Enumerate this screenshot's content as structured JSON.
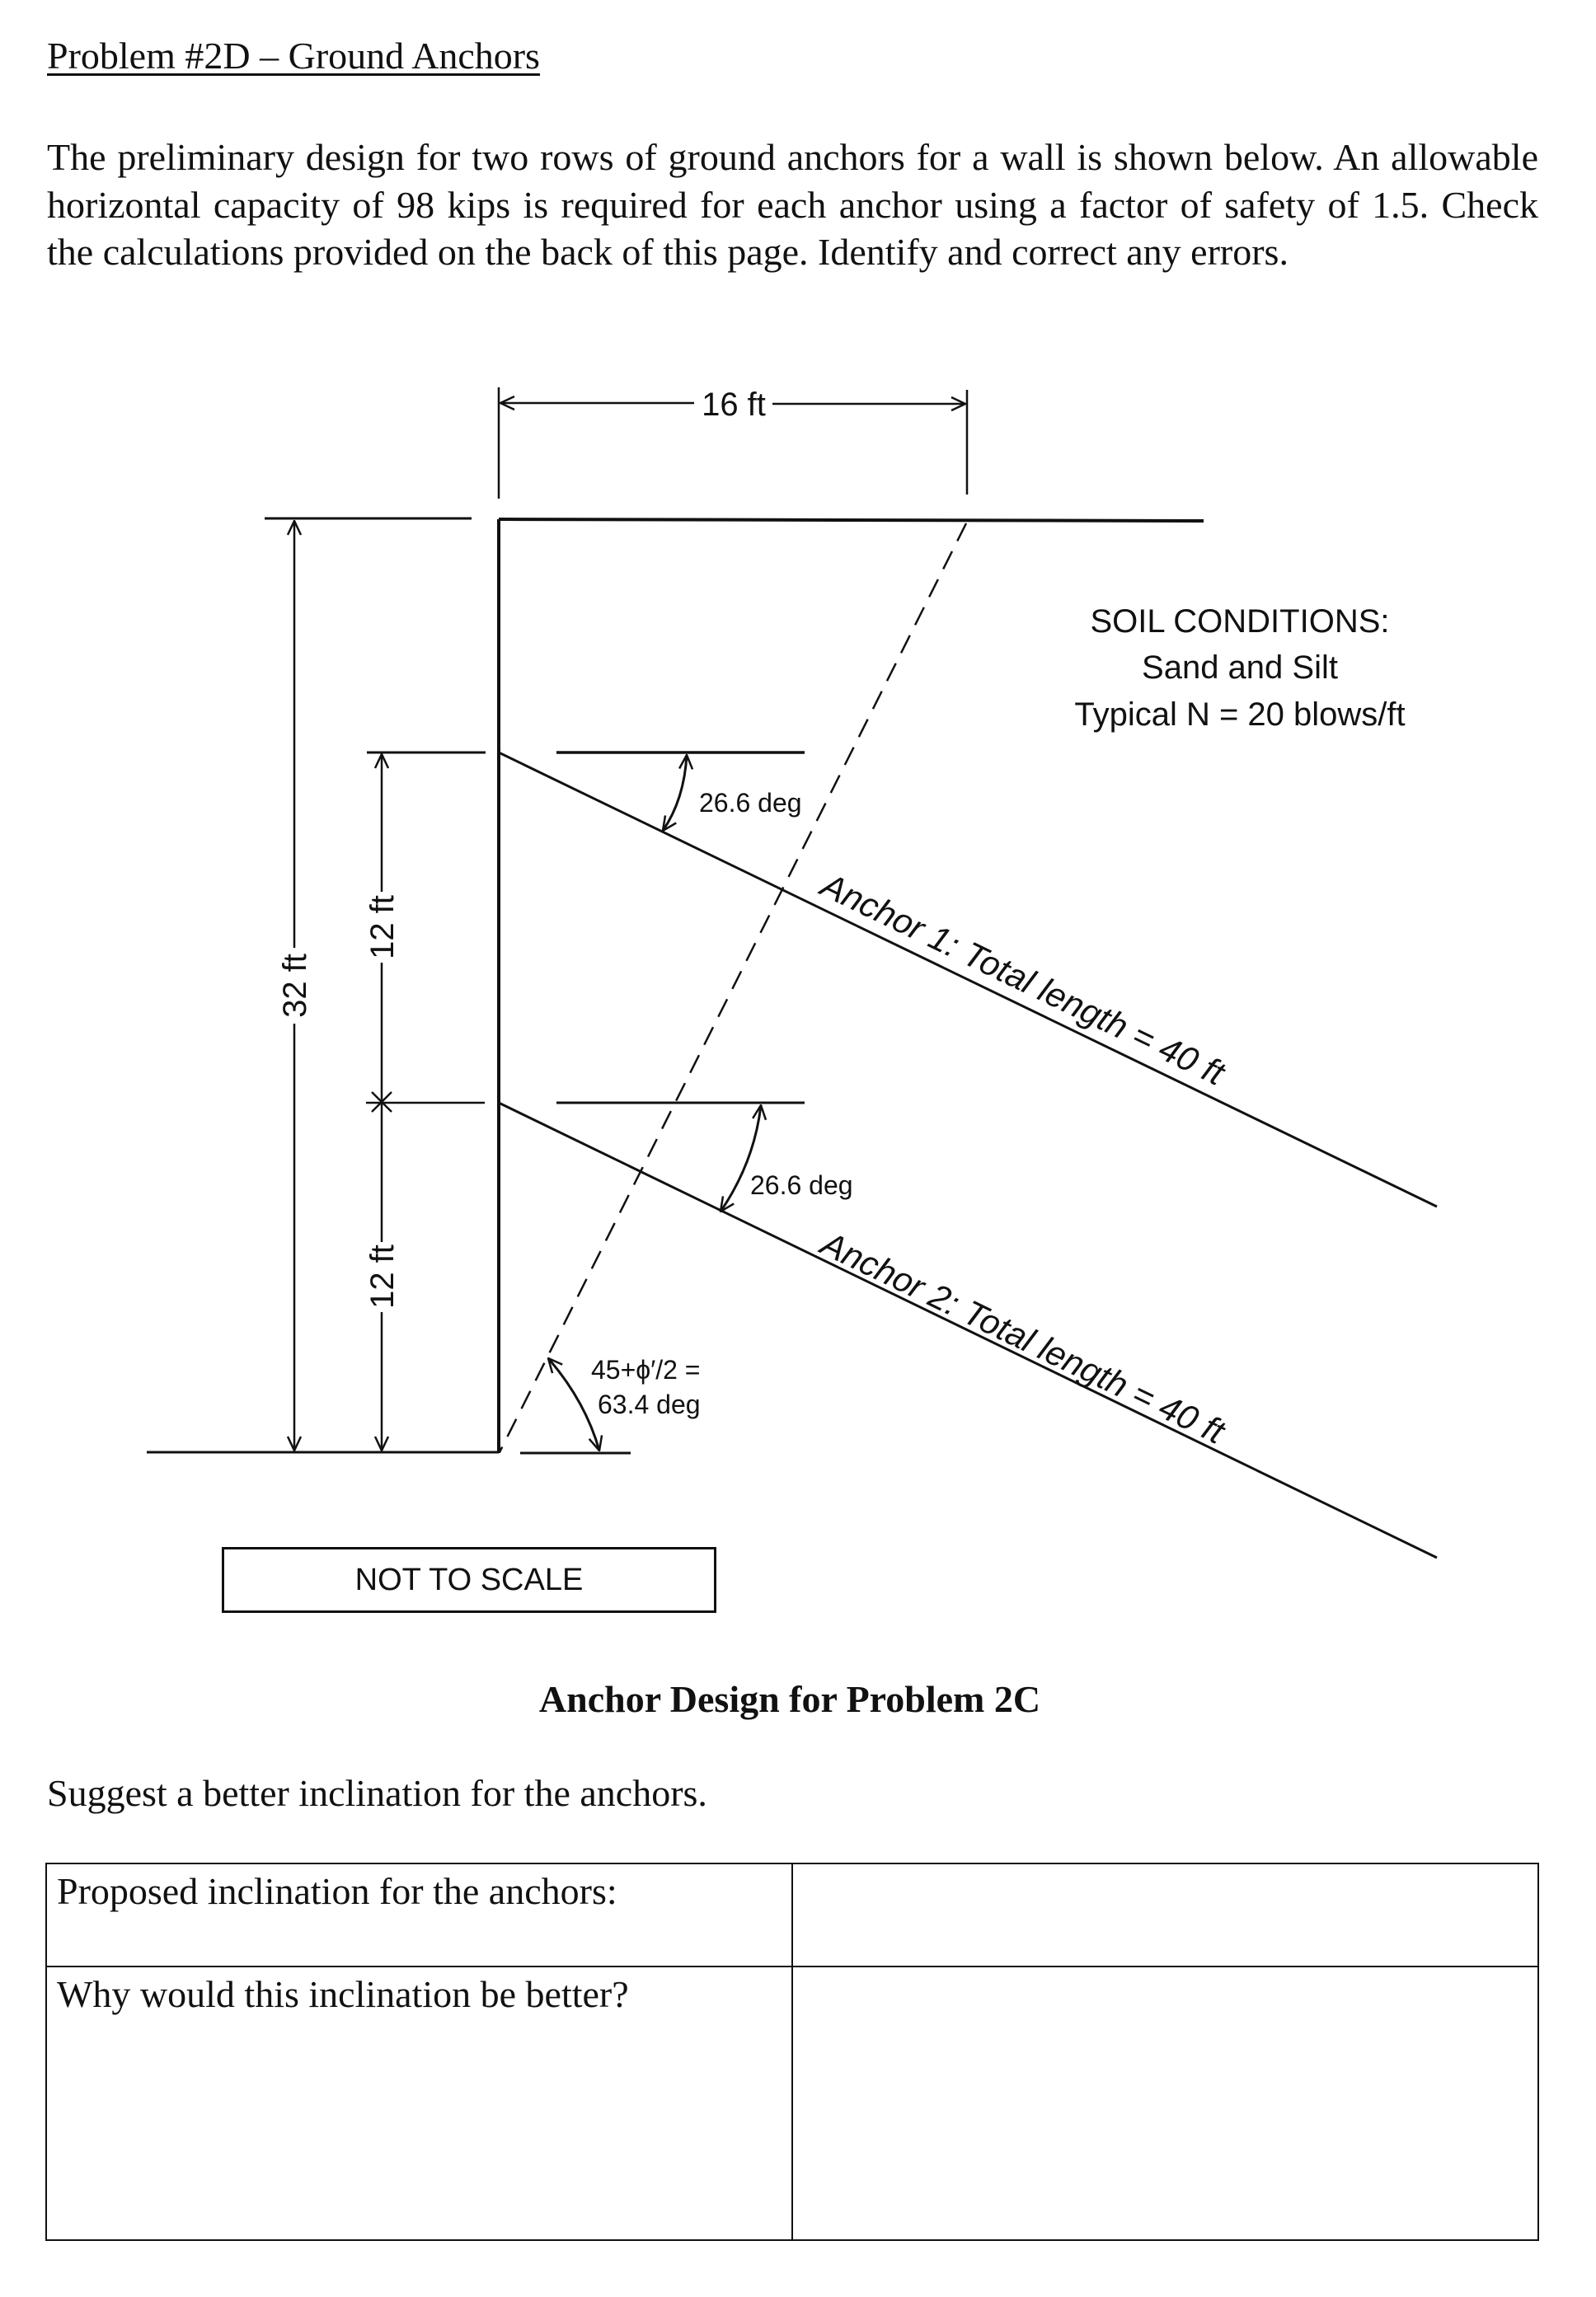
{
  "document": {
    "title": "Problem #2D – Ground Anchors",
    "intro": "The preliminary design for two rows of ground anchors for a wall is shown below.  An allowable horizontal capacity of 98 kips is required for each anchor using a factor of safety of 1.5.  Check the calculations provided on the back of this page.  Identify and correct any errors."
  },
  "diagram": {
    "dimensions": {
      "top_width": "16 ft",
      "total_height": "32 ft",
      "upper_spacing": "12 ft",
      "lower_spacing": "12 ft"
    },
    "angles": {
      "anchor1_inclination": "26.6 deg",
      "anchor2_inclination": "26.6 deg",
      "failure_plane_line1": "45+ϕ′/2 =",
      "failure_plane_line2": "63.4 deg"
    },
    "soil_conditions": {
      "heading": "SOIL CONDITIONS:",
      "type": "Sand and Silt",
      "spt": "Typical N = 20 blows/ft"
    },
    "anchors": [
      {
        "label": "Anchor 1: Total length = 40 ft"
      },
      {
        "label": "Anchor 2: Total length = 40 ft"
      }
    ],
    "scale_note": "NOT TO SCALE",
    "caption": "Anchor Design for Problem 2C"
  },
  "question": {
    "prompt": "Suggest a better inclination for the anchors.",
    "rows": [
      {
        "label": "Proposed inclination for the anchors:",
        "answer": ""
      },
      {
        "label": "Why would this inclination be better?",
        "answer": ""
      }
    ]
  }
}
